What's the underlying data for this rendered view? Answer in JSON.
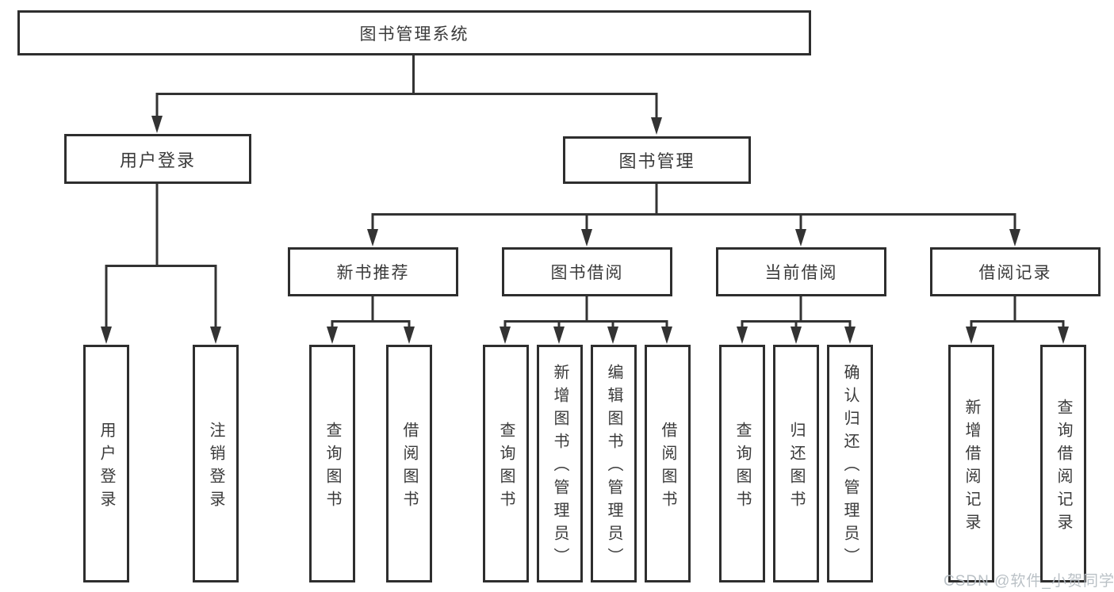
{
  "diagram": {
    "title": "图书管理系统",
    "tree": {
      "label": "图书管理系统",
      "children": [
        {
          "label": "用户登录",
          "children": [
            {
              "label": "用户登录"
            },
            {
              "label": "注销登录"
            }
          ]
        },
        {
          "label": "图书管理",
          "children": [
            {
              "label": "新书推荐",
              "children": [
                {
                  "label": "查询图书"
                },
                {
                  "label": "借阅图书"
                }
              ]
            },
            {
              "label": "图书借阅",
              "children": [
                {
                  "label": "查询图书"
                },
                {
                  "label": "新增图书（管理员）"
                },
                {
                  "label": "编辑图书（管理员）"
                },
                {
                  "label": "借阅图书"
                }
              ]
            },
            {
              "label": "当前借阅",
              "children": [
                {
                  "label": "查询图书"
                },
                {
                  "label": "归还图书"
                },
                {
                  "label": "确认归还（管理员）"
                }
              ]
            },
            {
              "label": "借阅记录",
              "children": [
                {
                  "label": "新增借阅记录"
                },
                {
                  "label": "查询借阅记录"
                }
              ]
            }
          ]
        }
      ]
    }
  },
  "watermark": {
    "text": "CSDN @软件_小贺同学"
  },
  "colors": {
    "line": "#333333",
    "box_border": "#2e2e2e",
    "text": "#3a3a3a",
    "watermark": "#b5bcc2",
    "background": "#ffffff"
  }
}
